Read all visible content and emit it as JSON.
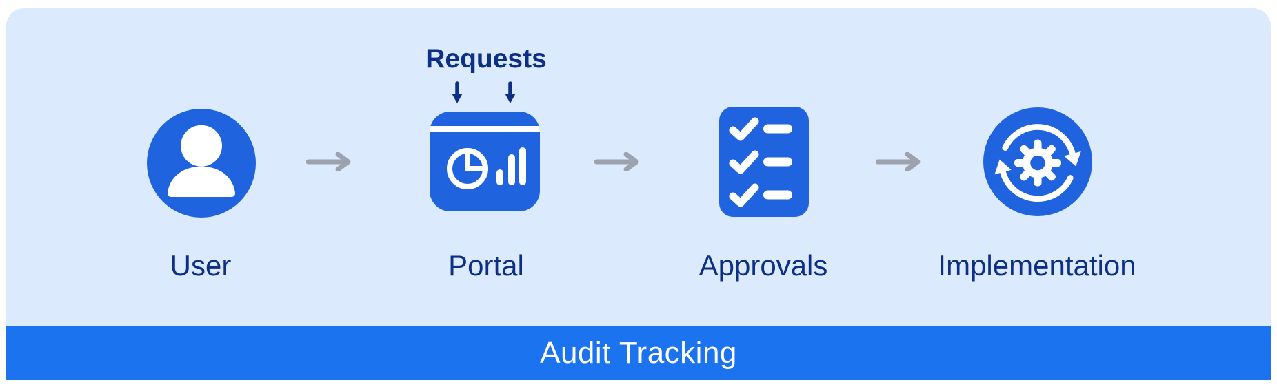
{
  "diagram": {
    "annotation": {
      "label": "Requests"
    },
    "steps": [
      {
        "label": "User",
        "icon": "user-icon"
      },
      {
        "label": "Portal",
        "icon": "portal-dashboard-icon"
      },
      {
        "label": "Approvals",
        "icon": "approvals-checklist-icon"
      },
      {
        "label": "Implementation",
        "icon": "implementation-sync-gear-icon"
      }
    ],
    "footer": {
      "label": "Audit Tracking"
    },
    "colors": {
      "card_bg": "#dbeafd",
      "accent_blue": "#1f63de",
      "footer_bg": "#1b73f0",
      "label_color": "#0d2f86",
      "arrow_color": "#9ca3af",
      "icon_fg": "#ffffff"
    }
  }
}
